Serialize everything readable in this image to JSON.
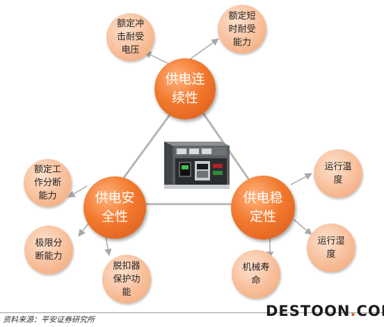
{
  "nodes": {
    "continuity": "供电连\n续性",
    "safety": "供电安\n全性",
    "stability": "供电稳\n定性"
  },
  "satellites": {
    "rated_impulse_voltage": "额定冲\n击耐受\n电压",
    "rated_short_time_withstand": "额定短\n时耐受\n能力",
    "rated_working_breaking": "额定工\n作分断\n能力",
    "ultimate_breaking": "极限分\n断能力",
    "release_protection": "脱扣器\n保护功\n能",
    "operating_temperature": "运行温\n度",
    "operating_humidity": "运行湿\n度",
    "mechanical_life": "机械寿\n命"
  },
  "footer": {
    "source": "资料来源：平安证券研究所",
    "watermark_part1": "DESTOON",
    "watermark_dot": ".",
    "watermark_part2": "COM"
  },
  "colors": {
    "main_circle": "#f27a2e",
    "satellite_circle": "#f7bb95",
    "connector": "#b5b5b5"
  },
  "icons": [
    "circuit-breaker-image"
  ]
}
